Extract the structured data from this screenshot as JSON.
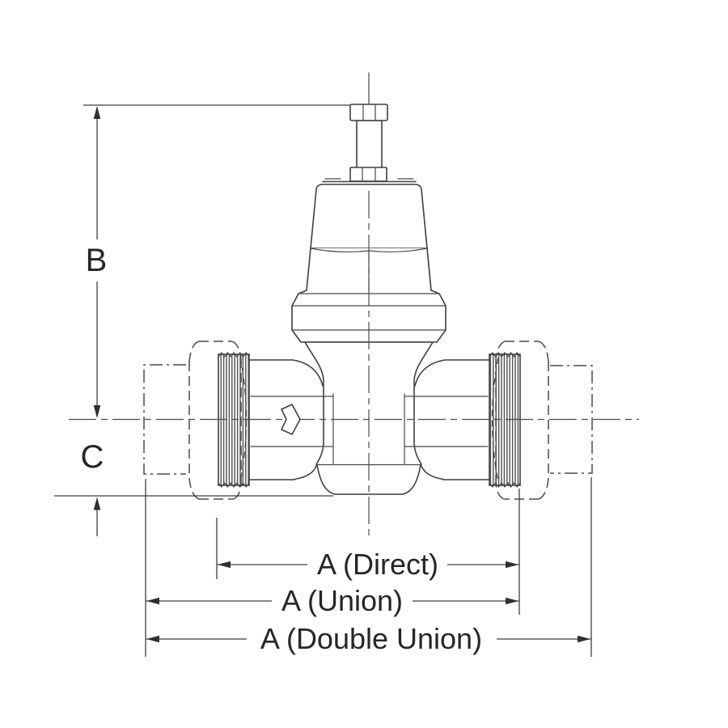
{
  "meta": {
    "title": "Pressure reducing valve - dimensional outline drawing",
    "view": "front elevation"
  },
  "diagram": {
    "background_color": "#ffffff",
    "line_color": "#3f3f3f",
    "text_color": "#262626",
    "parts": [
      "adjusting-bolt",
      "lock-nut",
      "spring-housing-bell",
      "bonnet-hex",
      "housing-flange",
      "valve-body",
      "inlet-thread",
      "outlet-thread",
      "union-nut-phantom-left",
      "union-nut-phantom-right",
      "pipe-end-phantom-left",
      "pipe-end-phantom-right",
      "flow-direction-arrow"
    ],
    "labels": {
      "dim_b": "B",
      "dim_c": "C",
      "dim_a_direct": "A (Direct)",
      "dim_a_union": "A (Union)",
      "dim_a_double_union": "A (Double Union)"
    }
  }
}
